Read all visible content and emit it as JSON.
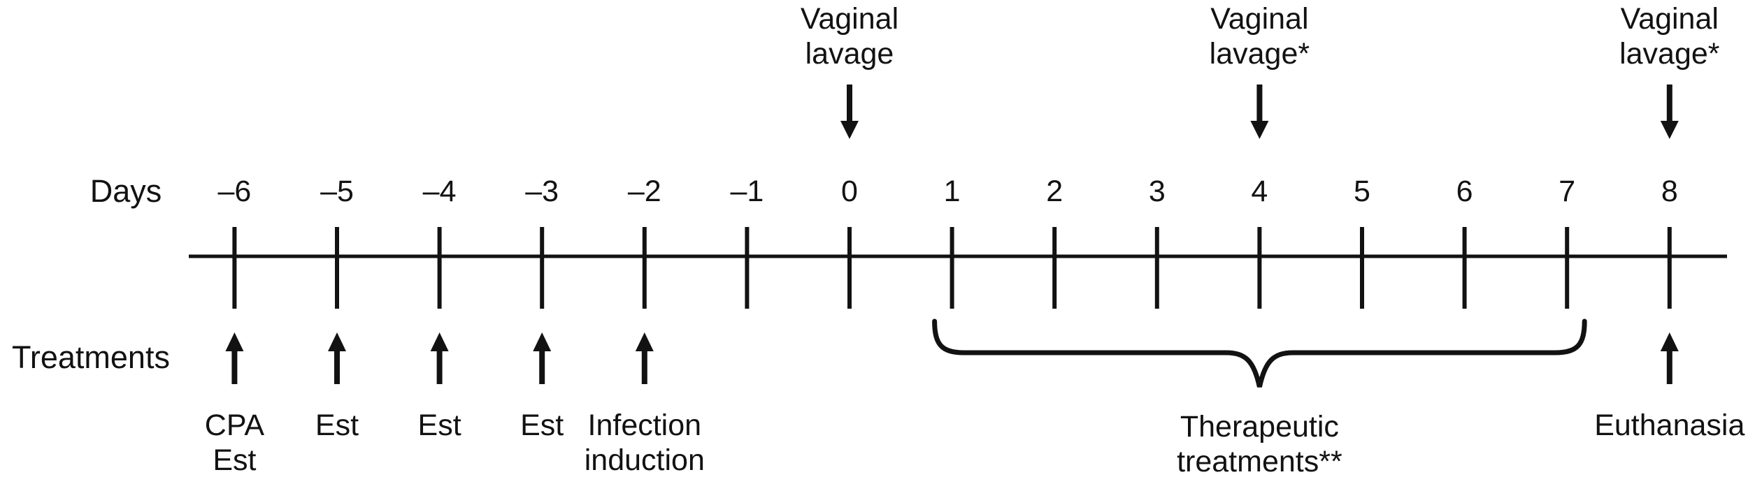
{
  "figure": {
    "axis_label": "Days",
    "treatments_label": "Treatments",
    "days": [
      {
        "value": -6,
        "label": "–6"
      },
      {
        "value": -5,
        "label": "–5"
      },
      {
        "value": -4,
        "label": "–4"
      },
      {
        "value": -3,
        "label": "–3"
      },
      {
        "value": -2,
        "label": "–2"
      },
      {
        "value": -1,
        "label": "–1"
      },
      {
        "value": 0,
        "label": "0"
      },
      {
        "value": 1,
        "label": "1"
      },
      {
        "value": 2,
        "label": "2"
      },
      {
        "value": 3,
        "label": "3"
      },
      {
        "value": 4,
        "label": "4"
      },
      {
        "value": 5,
        "label": "5"
      },
      {
        "value": 6,
        "label": "6"
      },
      {
        "value": 7,
        "label": "7"
      },
      {
        "value": 8,
        "label": "8"
      }
    ],
    "top_events": [
      {
        "day": 0,
        "lines": [
          "Vaginal",
          "lavage"
        ]
      },
      {
        "day": 4,
        "lines": [
          "Vaginal",
          "lavage*"
        ]
      },
      {
        "day": 8,
        "lines": [
          "Vaginal",
          "lavage*"
        ]
      }
    ],
    "treatment_events": [
      {
        "day": -6,
        "lines": [
          "CPA",
          "Est"
        ]
      },
      {
        "day": -5,
        "lines": [
          "Est"
        ]
      },
      {
        "day": -4,
        "lines": [
          "Est"
        ]
      },
      {
        "day": -3,
        "lines": [
          "Est"
        ]
      },
      {
        "day": -2,
        "lines": [
          "Infection",
          "induction"
        ]
      },
      {
        "day": 8,
        "lines": [
          "Euthanasia"
        ]
      }
    ],
    "brace": {
      "from_day": 1,
      "to_day": 7,
      "lines": [
        "Therapeutic",
        "treatments**"
      ]
    },
    "colors": {
      "ink": "#121212",
      "background": "#ffffff"
    }
  }
}
